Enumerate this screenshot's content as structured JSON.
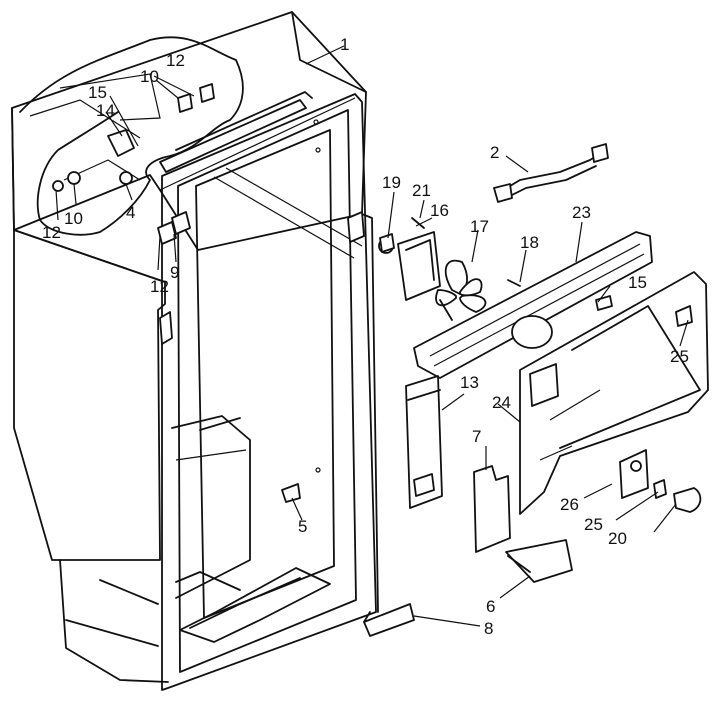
{
  "callouts": [
    {
      "id": "c1",
      "text": "1"
    },
    {
      "id": "c2",
      "text": "2"
    },
    {
      "id": "c4",
      "text": "4"
    },
    {
      "id": "c5",
      "text": "5"
    },
    {
      "id": "c6",
      "text": "6"
    },
    {
      "id": "c7",
      "text": "7"
    },
    {
      "id": "c8",
      "text": "8"
    },
    {
      "id": "c9",
      "text": "9"
    },
    {
      "id": "c10a",
      "text": "10"
    },
    {
      "id": "c10b",
      "text": "10"
    },
    {
      "id": "c12a",
      "text": "12"
    },
    {
      "id": "c12b",
      "text": "12"
    },
    {
      "id": "c12c",
      "text": "12"
    },
    {
      "id": "c13",
      "text": "13"
    },
    {
      "id": "c14",
      "text": "14"
    },
    {
      "id": "c15a",
      "text": "15"
    },
    {
      "id": "c15b",
      "text": "15"
    },
    {
      "id": "c16",
      "text": "16"
    },
    {
      "id": "c17",
      "text": "17"
    },
    {
      "id": "c18",
      "text": "18"
    },
    {
      "id": "c19",
      "text": "19"
    },
    {
      "id": "c20",
      "text": "20"
    },
    {
      "id": "c21",
      "text": "21"
    },
    {
      "id": "c23",
      "text": "23"
    },
    {
      "id": "c24",
      "text": "24"
    },
    {
      "id": "c25a",
      "text": "25"
    },
    {
      "id": "c25b",
      "text": "25"
    },
    {
      "id": "c26",
      "text": "26"
    }
  ]
}
